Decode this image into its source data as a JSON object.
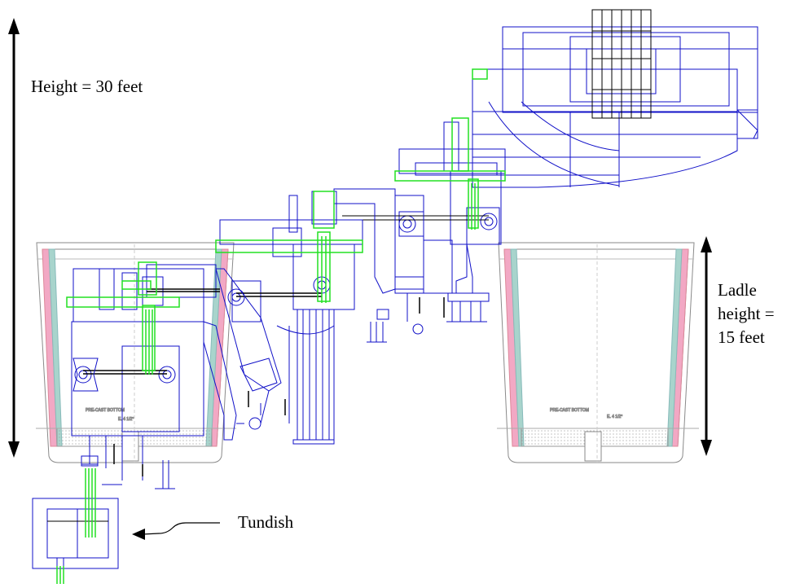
{
  "annotations": {
    "height": "Height = 30 feet",
    "ladle_line1": "Ladle",
    "ladle_line2": "height =",
    "ladle_line3": "15 feet",
    "tundish": "Tundish"
  },
  "ladle_tags": {
    "left_bottom": "PRE-CAST BOTTOM",
    "left_angle": "E.  4 1/2°",
    "right_bottom": "PRE-CAST BOTTOM",
    "right_angle": "E.  4 1/2°"
  },
  "colors": {
    "mechanism": "#1010c8",
    "crane_grid": "#000000",
    "highlight": "#22e022",
    "ladle_outline": "#8a8a8a",
    "refractory_pink": "#f2a8c4",
    "refractory_teal": "#a8d4cc",
    "arrows": "#000000"
  }
}
